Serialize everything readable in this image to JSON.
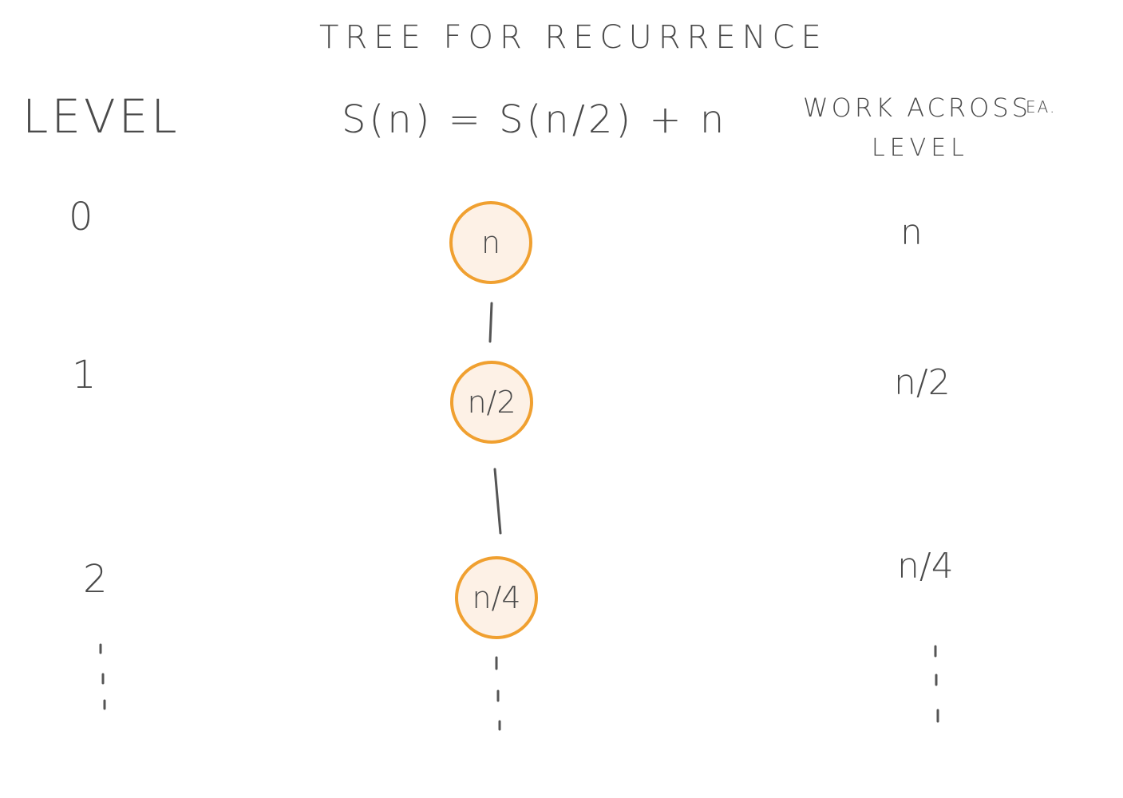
{
  "title": "Tree For Recurrence",
  "headers": {
    "level": "Level",
    "recurrence": "S(n) = S(n/2) + n",
    "work_line1": "Work Across",
    "work_ea": "Ea.",
    "work_line2": "Level"
  },
  "rows": [
    {
      "level": "0",
      "node": "n",
      "work": "n"
    },
    {
      "level": "1",
      "node": "n/2",
      "work": "n/2"
    },
    {
      "level": "2",
      "node": "n/4",
      "work": "n/4"
    }
  ],
  "colors": {
    "node_border": "#f0a030",
    "node_fill": "#fdf1e6",
    "ink": "#4a4a4a"
  }
}
